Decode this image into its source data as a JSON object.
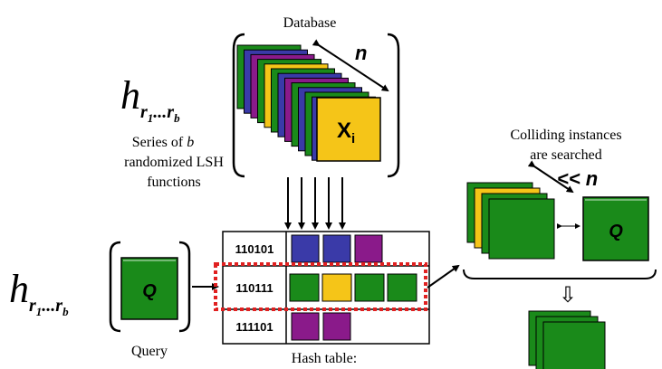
{
  "database": {
    "title": "Database",
    "n_label": "n",
    "item_label": "X",
    "item_subscript": "i",
    "stack_colors": [
      "#1a8a1a",
      "#3a3aa8",
      "#8a1a8a",
      "#1a8a1a",
      "#f5c518",
      "#1a8a1a",
      "#3a3aa8",
      "#8a1a8a",
      "#1a8a1a",
      "#3a3aa8",
      "#1a8a1a",
      "#3a3aa8"
    ],
    "front_color": "#f5c518"
  },
  "lsh": {
    "h_symbol": "h",
    "subscript": "r",
    "sub1": "1",
    "ellipsis": "...",
    "sub2": "r",
    "subb": "b",
    "desc_line1": "Series of",
    "desc_b": "b",
    "desc_line2": "randomized LSH",
    "desc_line3": "functions"
  },
  "query": {
    "label": "Q",
    "caption": "Query",
    "color": "#1a8a1a"
  },
  "hash_table": {
    "caption": "Hash table:",
    "rows": [
      {
        "key": "110101",
        "cells": [
          "#3a3aa8",
          "#3a3aa8",
          "#8a1a8a"
        ]
      },
      {
        "key": "110111",
        "cells": [
          "#1a8a1a",
          "#f5c518",
          "#1a8a1a",
          "#1a8a1a"
        ]
      },
      {
        "key": "111101",
        "cells": [
          "#8a1a8a",
          "#8a1a8a"
        ]
      }
    ],
    "highlight_color": "#e02020"
  },
  "colliding": {
    "line1": "Colliding instances",
    "line2": "are searched",
    "ll_label": "<< n",
    "compare_label": "Q",
    "stack_colors": [
      "#1a8a1a",
      "#f5c518",
      "#1a8a1a",
      "#1a8a1a"
    ]
  },
  "result": {
    "arrow": "⇩",
    "stack_colors": [
      "#1a8a1a",
      "#1a8a1a",
      "#1a8a1a"
    ]
  }
}
